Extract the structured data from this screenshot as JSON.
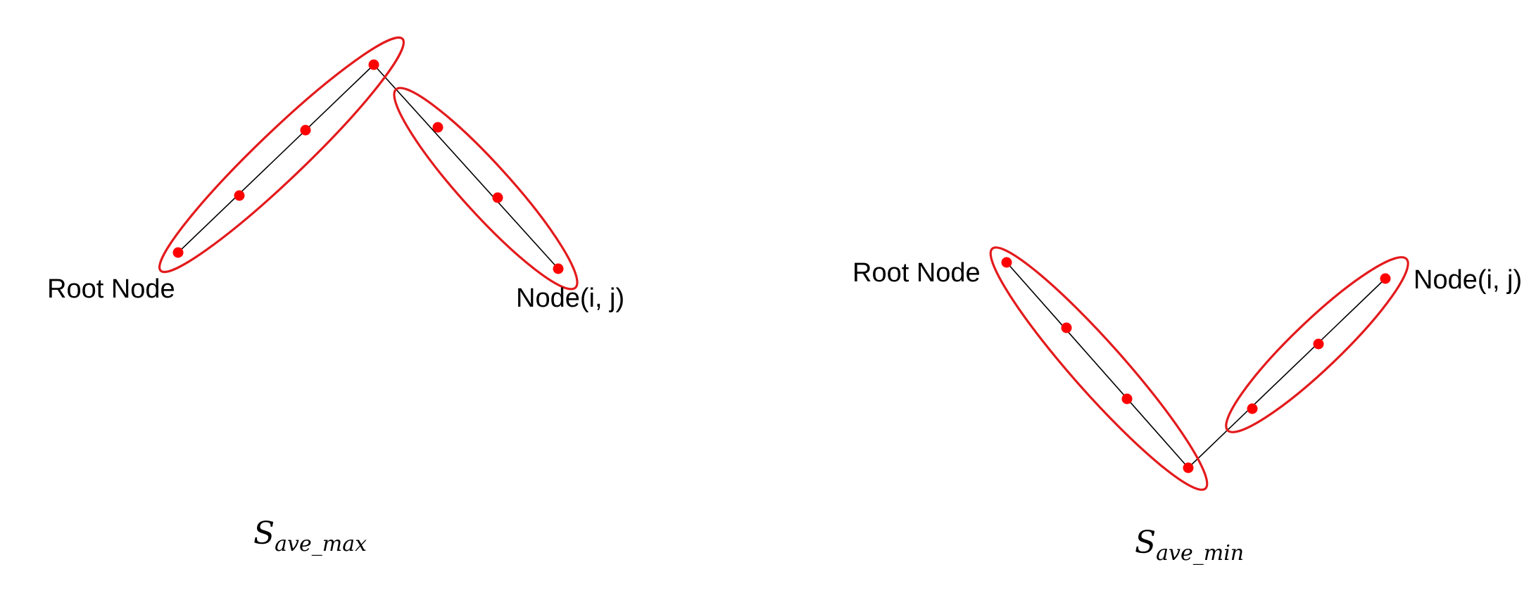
{
  "diagrams": [
    {
      "id": "ave-max",
      "root_label": "Root Node",
      "target_label": "Node(i, j)",
      "caption_symbol": "S",
      "caption_subscript": "ave_max"
    },
    {
      "id": "ave-min",
      "root_label": "Root Node",
      "target_label": "Node(i, j)",
      "caption_symbol": "S",
      "caption_subscript": "ave_min"
    }
  ],
  "colors": {
    "node": "#ff0000",
    "group_outline": "#e31a1c",
    "edge": "#000000",
    "text": "#000000"
  }
}
